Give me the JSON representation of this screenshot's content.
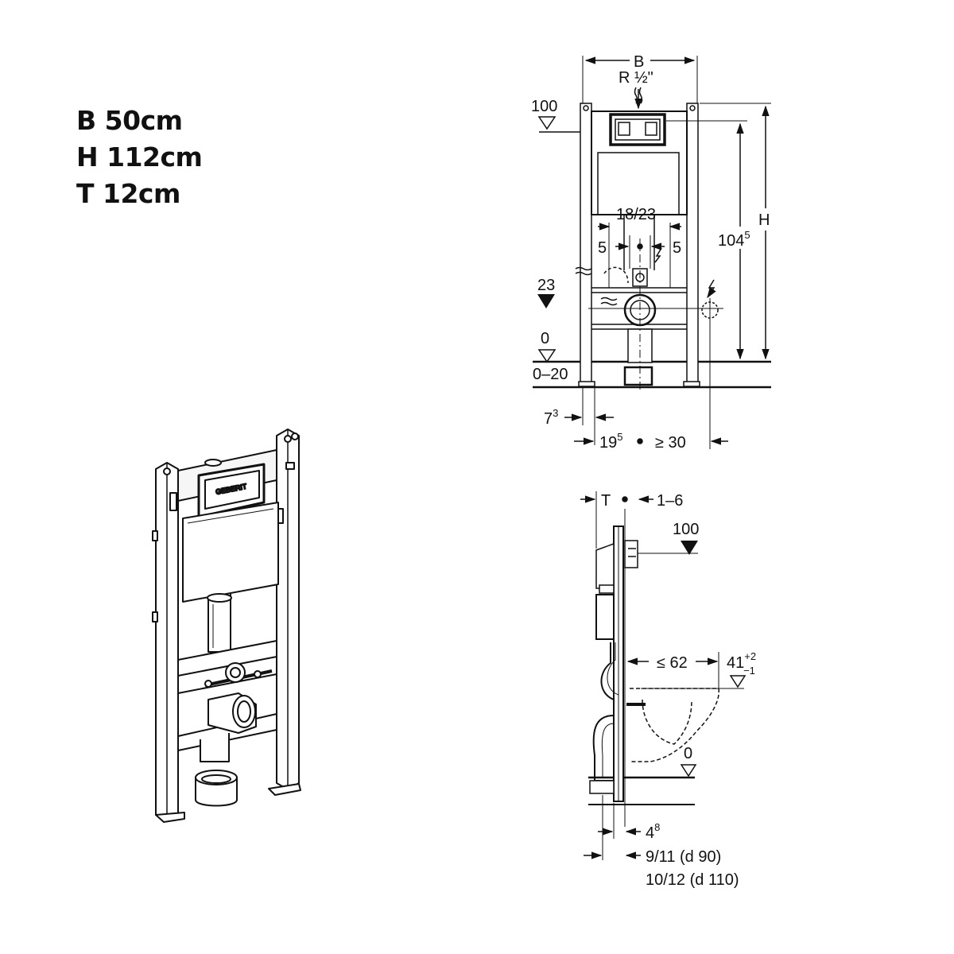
{
  "specs": {
    "width": "B 50cm",
    "height": "H 112cm",
    "depth": "T 12cm"
  },
  "front_view": {
    "width_symbol": "B",
    "thread": "R ½\"",
    "level_100": "100",
    "level_23": "23",
    "level_0": "0",
    "level_range": "0–20",
    "dim_18_23": "18/23",
    "dim_5_left": "5",
    "dim_5_right": "5",
    "height_symbol": "H",
    "dim_104_base": "104",
    "dim_104_sup": "5",
    "dim_7_base": "7",
    "dim_7_sup": "3",
    "dim_19_base": "19",
    "dim_19_sup": "5",
    "dim_ge30": "≥ 30"
  },
  "side_view": {
    "depth_symbol": "T",
    "dim_1_6": "1–6",
    "level_100": "100",
    "dim_le62": "≤ 62",
    "dim_41_base": "41",
    "dim_41_sup": "+2",
    "dim_41_sub": "−1",
    "level_0": "0",
    "dim_4_base": "4",
    "dim_4_sup": "8",
    "dim_9_11": "9/11 (d 90)",
    "dim_10_12": "10/12 (d 110)"
  },
  "brand_text": "GEBERIT"
}
